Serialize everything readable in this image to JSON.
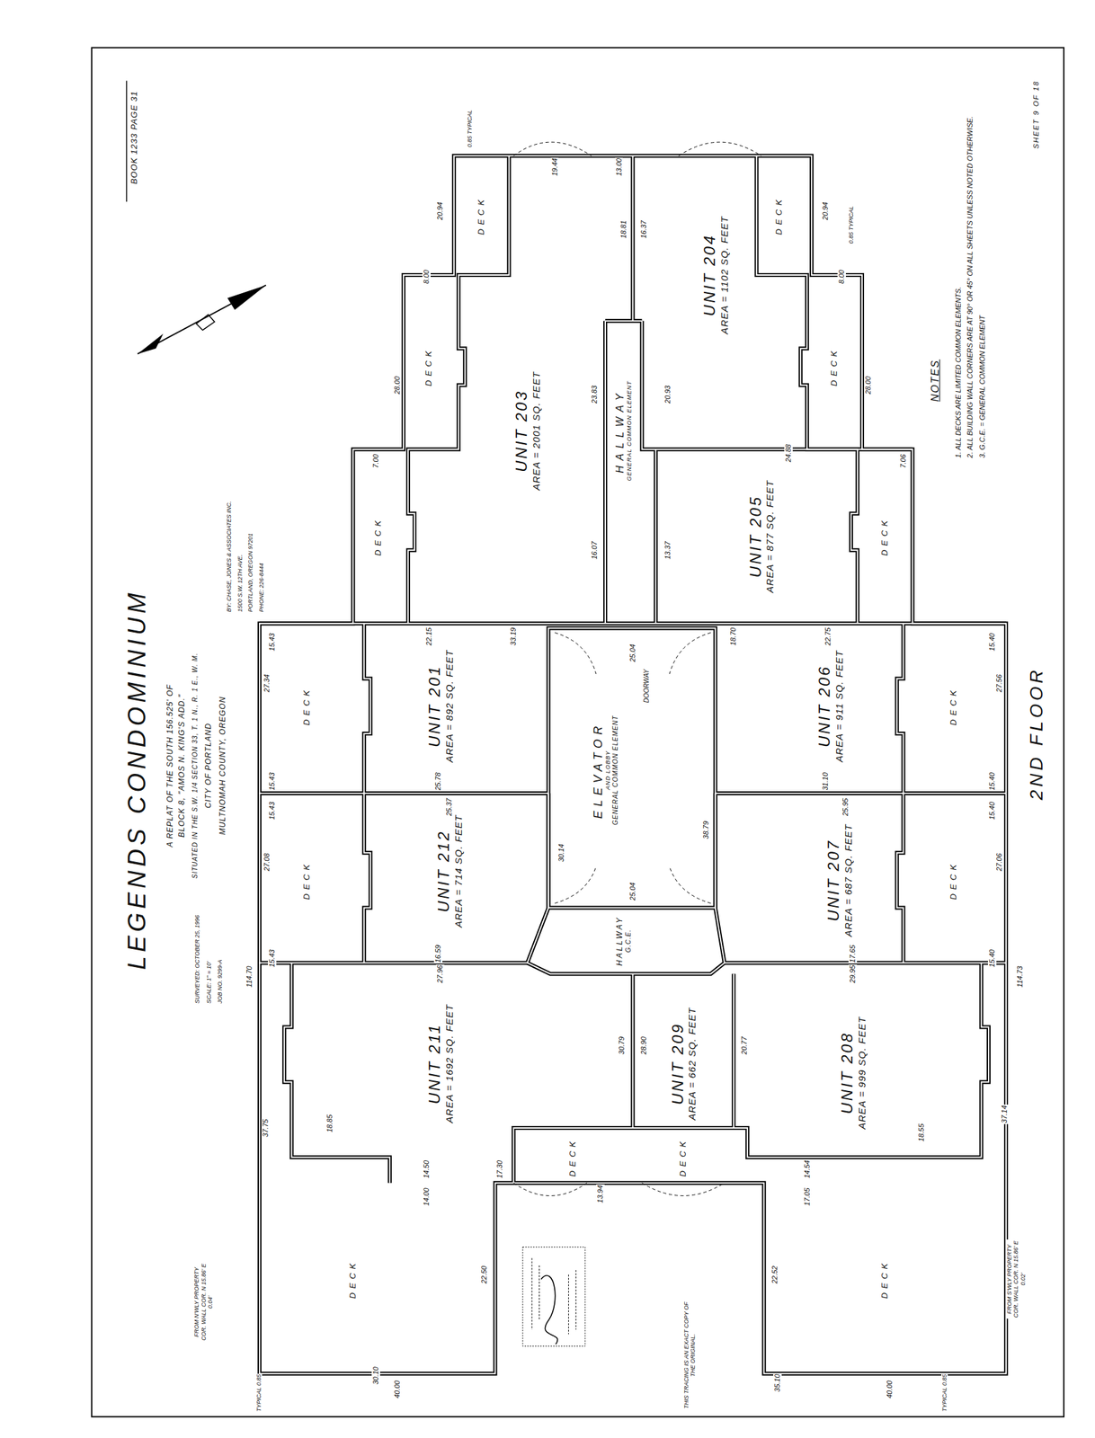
{
  "diagram": {
    "title": "LEGENDS CONDOMINIUM",
    "nodes": [
      {
        "text": [
          "UNIT 203",
          "AREA = 2001 SQ. FEET"
        ]
      },
      {
        "text": [
          "UNIT 204",
          "AREA = 1102 SQ. FEET"
        ]
      },
      {
        "text": [
          "HALLWAY",
          "GENERAL COMMON ELEMENT"
        ]
      },
      {
        "text": [
          "UNIT 205",
          "AREA = 877 SQ. FEET"
        ]
      },
      {
        "text": [
          "UNIT 201",
          "AREA = 892 SQ. FEET"
        ]
      },
      {
        "text": [
          "ELEVATOR",
          "AND LOBBY",
          "GENERAL COMMON ELEMENT"
        ]
      },
      {
        "text": [
          "UNIT 206",
          "AREA = 911 SQ. FEET"
        ]
      },
      {
        "text": [
          "UNIT 212",
          "AREA = 714 SQ. FEET"
        ]
      },
      {
        "text": [
          "UNIT 207",
          "AREA = 687 SQ. FEET"
        ]
      },
      {
        "text": [
          "HALLWAY",
          "G.C.E."
        ]
      },
      {
        "text": [
          "UNIT 211",
          "AREA = 1692 SQ. FEET"
        ]
      },
      {
        "text": [
          "UNIT 209",
          "AREA = 662 SQ. FEET"
        ]
      },
      {
        "text": [
          "UNIT 208",
          "AREA = 999 SQ. FEET"
        ]
      },
      {
        "text": [
          "DECK"
        ]
      },
      {
        "text": [
          "DECK"
        ]
      },
      {
        "text": [
          "DECK"
        ]
      },
      {
        "text": [
          "DECK"
        ]
      },
      {
        "text": [
          "DECK"
        ]
      },
      {
        "text": [
          "DECK"
        ]
      },
      {
        "text": [
          "DECK"
        ]
      },
      {
        "text": [
          "DECK"
        ]
      },
      {
        "text": [
          "DECK"
        ]
      },
      {
        "text": [
          "DECK"
        ]
      },
      {
        "text": [
          "DECK"
        ]
      },
      {
        "text": [
          "DECK"
        ]
      },
      {
        "text": [
          "DECK"
        ]
      },
      {
        "text": [
          "DECK"
        ]
      }
    ],
    "labels": [
      "A REPLAT OF THE SOUTH 156.525' OF",
      "BLOCK 8, \"AMOS N. KING'S ADD.\"",
      "SITUATED IN THE S.W. 1/4 SECTION 33, T. 1 N., R. 1 E., W. M.",
      "CITY OF PORTLAND",
      "MULTNOMAH COUNTY, OREGON",
      "SURVEYED: OCTOBER 25, 1996",
      "SCALE: 1\" = 10'",
      "JOB NO. 9299-A",
      "BY: CHASE, JONES & ASSOCIATES INC.",
      "1500 S.W. 12TH AVE.",
      "PORTLAND, OREGON 97201",
      "PHONE: 226-8444",
      "BOOK 1233 PAGE 31",
      "NOTES",
      "1. ALL DECKS ARE LIMITED COMMON ELEMENTS.",
      "2. ALL BUILDING WALL CORNERS ARE AT 90° OR 45° ON ALL SHEETS UNLESS NOTED OTHERWISE.",
      "3. G.C.E. = GENERAL COMMON ELEMENT",
      "SHEET 9 OF 18",
      "2ND FLOOR",
      "THIS TRACING IS AN EXACT COPY OF THE ORIGINAL.",
      "FROM N'WLY PROPERTY COR. WALL COR. N 15.86' E 0.04'",
      "FROM S'WLY PROPERTY COR. WALL COR. N 15.86' E 0.02'",
      "TYPICAL 0.85",
      "TYPICAL 0.85",
      "0.85 TYPICAL",
      "0.85 TYPICAL",
      "DOORWAY",
      "15.43",
      "27.34",
      "15.43",
      "15.43",
      "27.08",
      "15.43",
      "15.40",
      "27.56",
      "15.40",
      "15.40",
      "27.06",
      "15.40",
      "114.70",
      "114.73",
      "37.75",
      "37.14",
      "40.00",
      "40.00",
      "22.50",
      "22.52",
      "13.94",
      "22.15",
      "25.78",
      "25.37",
      "16.59",
      "27.96",
      "30.79",
      "28.90",
      "20.77",
      "29.95",
      "17.65",
      "25.95",
      "31.10",
      "22.75",
      "18.70",
      "33.19",
      "23.83",
      "20.93",
      "16.07",
      "13.37",
      "18.81",
      "16.37",
      "13.00",
      "19.44",
      "28.00",
      "28.00",
      "20.94",
      "20.94",
      "8.00",
      "8.00",
      "7.00",
      "7.06",
      "24.88",
      "30.10",
      "35.10",
      "17.30",
      "14.50",
      "14.00",
      "14.54",
      "17.05",
      "18.85",
      "18.55",
      "30.14",
      "38.79",
      "25.04",
      "25.04"
    ]
  }
}
